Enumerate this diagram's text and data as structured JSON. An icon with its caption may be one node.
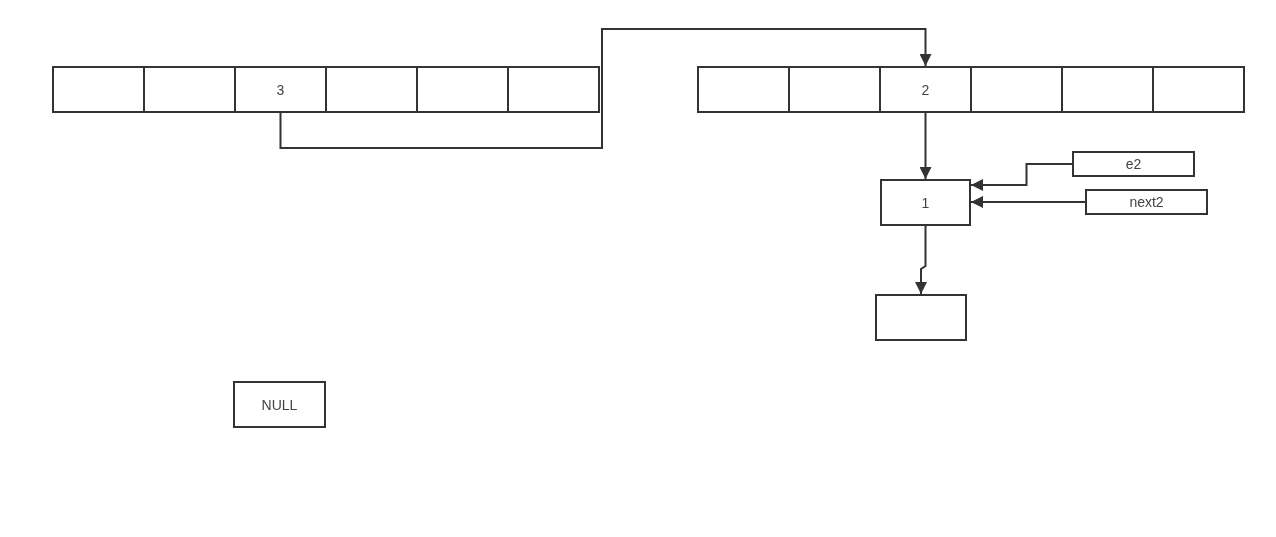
{
  "diagram": {
    "nodes": [
      {
        "text": [],
        "shape": "box"
      },
      {
        "text": [],
        "shape": "box"
      },
      {
        "text": [
          "3"
        ]
      },
      {
        "text": [],
        "shape": "box"
      },
      {
        "text": [],
        "shape": "box"
      },
      {
        "text": [],
        "shape": "box"
      },
      {
        "text": [],
        "shape": "box"
      },
      {
        "text": [],
        "shape": "box"
      },
      {
        "text": [
          "2"
        ]
      },
      {
        "text": [],
        "shape": "box"
      },
      {
        "text": [],
        "shape": "box"
      },
      {
        "text": [],
        "shape": "box"
      },
      {
        "text": [
          "1"
        ]
      },
      {
        "text": [],
        "shape": "box"
      },
      {
        "text": [
          "e2"
        ]
      },
      {
        "text": [
          "next2"
        ]
      },
      {
        "text": [
          "NULL"
        ]
      }
    ],
    "edges": [
      {
        "from": 2,
        "to": 8,
        "arrow": "to"
      },
      {
        "from": 8,
        "to": 12,
        "arrow": "to"
      },
      {
        "from": 14,
        "to": 12,
        "arrow": "to"
      },
      {
        "from": 15,
        "to": 12,
        "arrow": "to"
      },
      {
        "from": 12,
        "to": 13,
        "arrow": "to"
      }
    ]
  }
}
